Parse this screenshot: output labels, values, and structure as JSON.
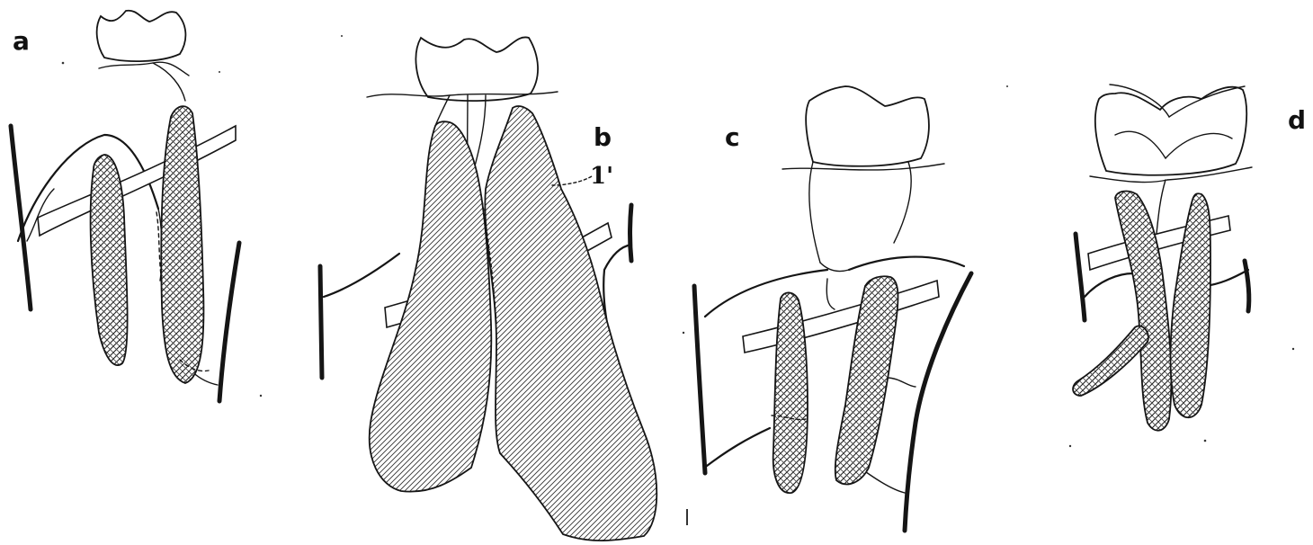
{
  "panels": [
    {
      "id": "a",
      "label": "a"
    },
    {
      "id": "b",
      "label": "b",
      "callout": "1'"
    },
    {
      "id": "c",
      "label": "c"
    },
    {
      "id": "d",
      "label": "d"
    }
  ]
}
